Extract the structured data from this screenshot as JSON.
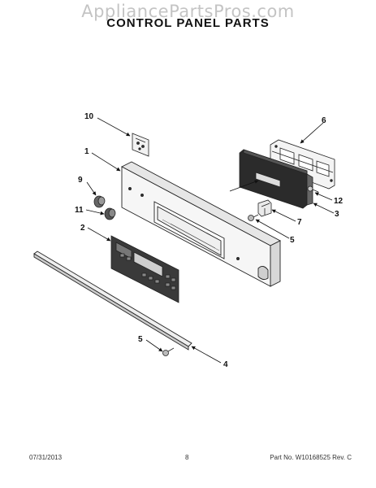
{
  "watermark": "AppliancePartsPros.com",
  "title": "CONTROL PANEL PARTS",
  "callouts": {
    "c1": "1",
    "c2": "2",
    "c3": "3",
    "c4": "4",
    "c5a": "5",
    "c5b": "5",
    "c6": "6",
    "c7": "7",
    "c9": "9",
    "c10": "10",
    "c11": "11",
    "c12": "12"
  },
  "footer": {
    "date": "07/31/2013",
    "page": "8",
    "part": "Part No. W10168525  Rev. C"
  }
}
